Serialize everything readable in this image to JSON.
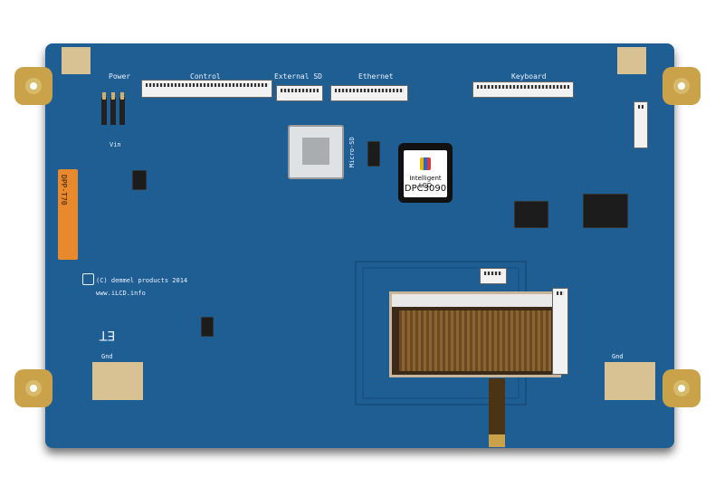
{
  "board": {
    "power_label": "Power",
    "control_label": "Control",
    "external_sd_label": "External SD",
    "ethernet_label": "Ethernet",
    "keyboard_label": "Keyboard",
    "micro_sd_label": "Micro-SD",
    "gnd_label": "Gnd",
    "vin_label": "Vin",
    "copyright": "(C) demmel products 2014",
    "website": "www.iLCD.info",
    "orange_label": "DPP-T70",
    "logo_line1": "Intelligent LCD",
    "logo_line2": "DPC3090",
    "gnd_bottom_left": "Gnd",
    "gnd_bottom_right": "Gnd",
    "et_mark": "ET"
  },
  "colors": {
    "pcb": "#1f5e93",
    "gold_pad": "#c9a24a",
    "orange_sticker": "#e8892d"
  }
}
